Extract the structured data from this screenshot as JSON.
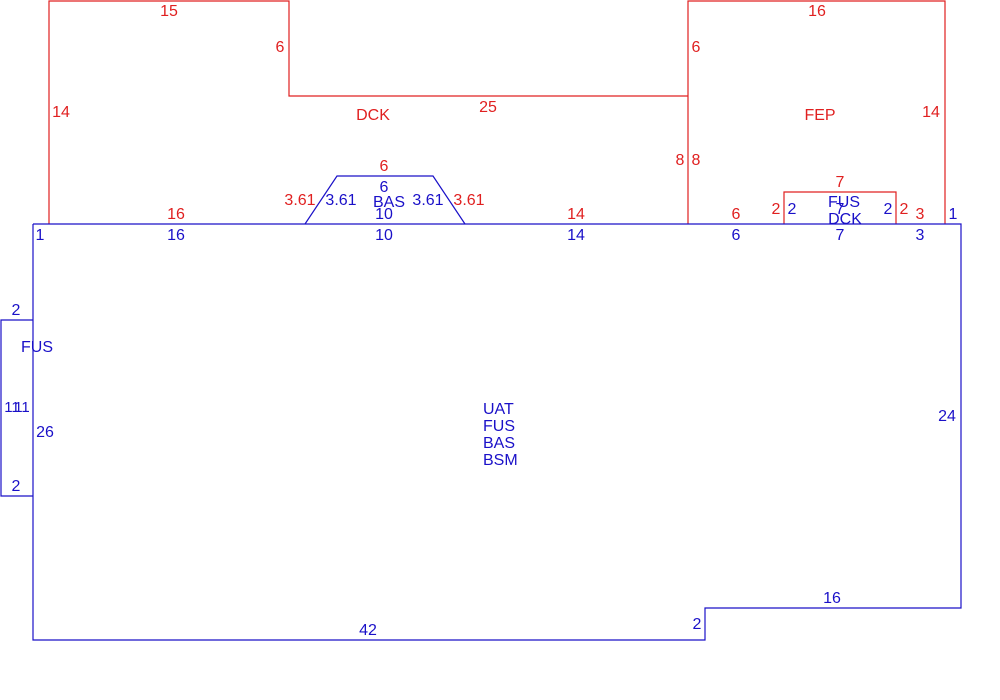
{
  "colors": {
    "upper_level": "#e02020",
    "main_level": "#1a10c8",
    "background": "#ffffff"
  },
  "upper": {
    "dck_label": "DCK",
    "fep_label": "FEP",
    "dck_left_top": "15",
    "dck_step": "6",
    "dck_left": "14",
    "dck_mid": "25",
    "dck_bottom_left": "16",
    "dck_bottom_right": "14",
    "trap_top": "6",
    "trap_left": "3.61",
    "trap_right": "3.61",
    "fep_top": "16",
    "fep_step": "6",
    "fep_left_a": "8",
    "fep_left_b": "8",
    "fep_right": "14",
    "fep_bottom_left": "6",
    "fep_bottom_right": "3",
    "box_top": "7",
    "box_left": "2",
    "box_right": "2"
  },
  "main": {
    "area_labels": [
      "UAT",
      "FUS",
      "BAS",
      "BSM"
    ],
    "corner": "1",
    "corner_right": "1",
    "top_seg_1": "16",
    "top_seg_2": "10",
    "top_seg_3": "14",
    "top_seg_4": "6",
    "top_seg_5": "7",
    "top_seg_6": "3",
    "right": "24",
    "bottom_step": "16",
    "bottom_step_v": "2",
    "bottom": "42",
    "left": "26",
    "bas_label": "BAS",
    "bas_top": "6",
    "bas_bottom": "10",
    "bas_left": "3.61",
    "bas_right": "3.61",
    "dck_box_labels": [
      "FUS",
      "DCK"
    ],
    "dck_box_top": "7",
    "dck_box_left": "2",
    "dck_box_right": "2"
  },
  "fus_box": {
    "label": "FUS",
    "top": "2",
    "bottom": "2",
    "left": "11",
    "right": "11"
  }
}
